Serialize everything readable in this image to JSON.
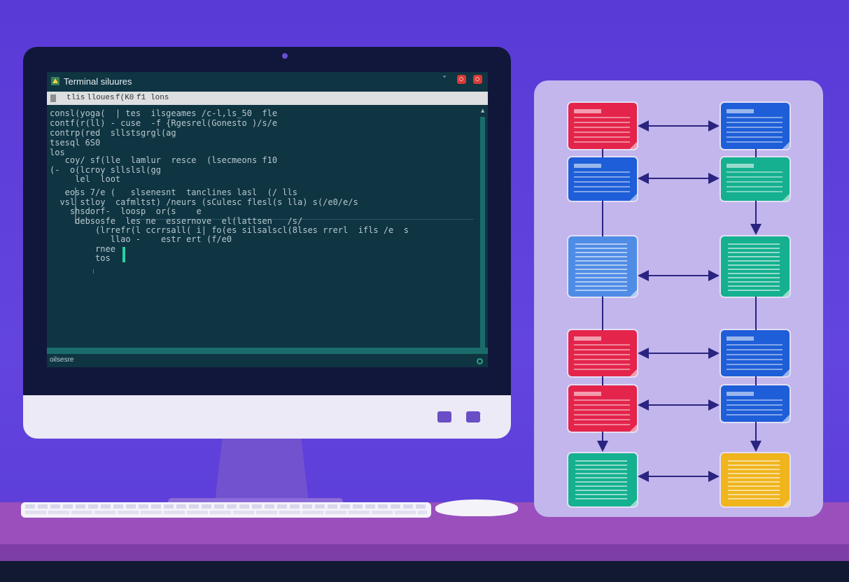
{
  "terminal": {
    "title": "Terminal siluures",
    "menu": [
      "tlis",
      "lloues",
      "f(K0",
      "f1",
      "lons"
    ],
    "lines": [
      "consl(yoga(  | tes  ilsgeames /c-l,ls_50  fle",
      "contf(r(ll) - cuse  -f {Rgesrel(Gonesto )/s/e",
      "contrp(red  sllstsgrgl(ag",
      "tsesql 6S0",
      "los",
      "   coy/ sf(lle  lamlur  resce  (lsecmeons f10",
      "(-  o(lcroy sllslsl(gg",
      "     lel  loot",
      "   eoss 7/e (   slsenesnt  tanclines lasl  (/ lls",
      "  vsl stloy  cafmltst) /neurs (sCulesc flesl(s lla) s(/e0/e/s",
      "    shsdorf-  loosp  or(s    e",
      "     debsosfe  les ne  essernove  el(lattsen   /s/",
      "         (lrrefr(l ccrrsall( i| fo(es silsalscl(8lses rrerl  ifls /e  s",
      "            llao -    estr ert (f/e0",
      "         rnee",
      "         tos"
    ],
    "status": "oilsesre"
  },
  "icons": {
    "app": "terminal-app-icon",
    "minimize": "minimize-icon",
    "close": "close-icon",
    "status": "status-indicator-icon"
  },
  "colors": {
    "background": "#5e3fd8",
    "terminal_bg": "#0f3442",
    "diagram_panel": "#c2b6ec",
    "red_node": "#e4244b",
    "blue_node": "#1e5ed8",
    "teal_node": "#14b08f",
    "yellow_node": "#f0b51d",
    "connector": "#2a2480"
  }
}
